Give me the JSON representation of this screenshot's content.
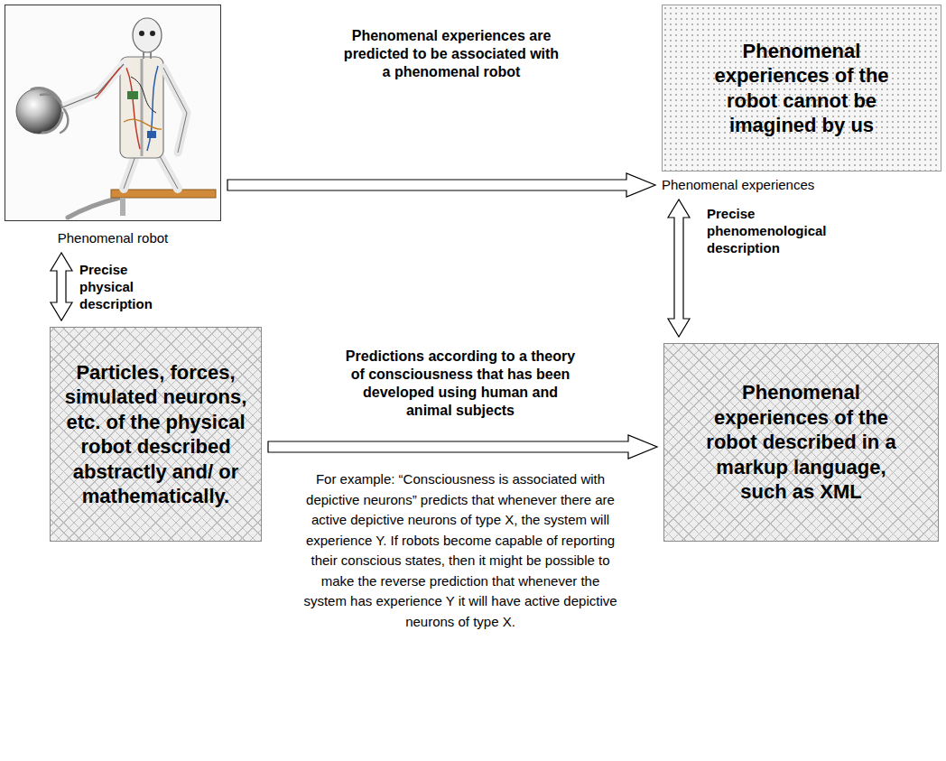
{
  "diagram": {
    "nodes": [
      {
        "text": [
          "Phenomenal robot"
        ]
      },
      {
        "text": [
          "Phenomenal experiences of the robot cannot be imagined by us",
          "Phenomenal experiences"
        ]
      },
      {
        "text": [
          "Particles, forces, simulated neurons, etc. of the physical robot described abstractly and/ or mathematically."
        ]
      },
      {
        "text": [
          "Phenomenal experiences of the robot described in a markup language, such as XML"
        ]
      }
    ],
    "edges": [
      {
        "from": 0,
        "to": 1,
        "arrow": "to",
        "label": "Phenomenal experiences are predicted to be associated with a phenomenal robot"
      },
      {
        "from": 0,
        "to": 2,
        "arrow": "both",
        "label": "Precise physical description"
      },
      {
        "from": 1,
        "to": 3,
        "arrow": "both",
        "label": "Precise phenomenological description"
      },
      {
        "from": 2,
        "to": 3,
        "arrow": "to",
        "label": "Predictions according to a theory of consciousness that has been developed using human and animal subjects"
      }
    ],
    "labels": [
      "For example: “Consciousness is associated with depictive neurons” predicts that whenever there are active depictive neurons of type X, the system will experience Y. If robots become capable of reporting their conscious states, then it might be possible to make the reverse prediction that whenever the system has experience Y it will have active depictive neurons of type X."
    ]
  }
}
